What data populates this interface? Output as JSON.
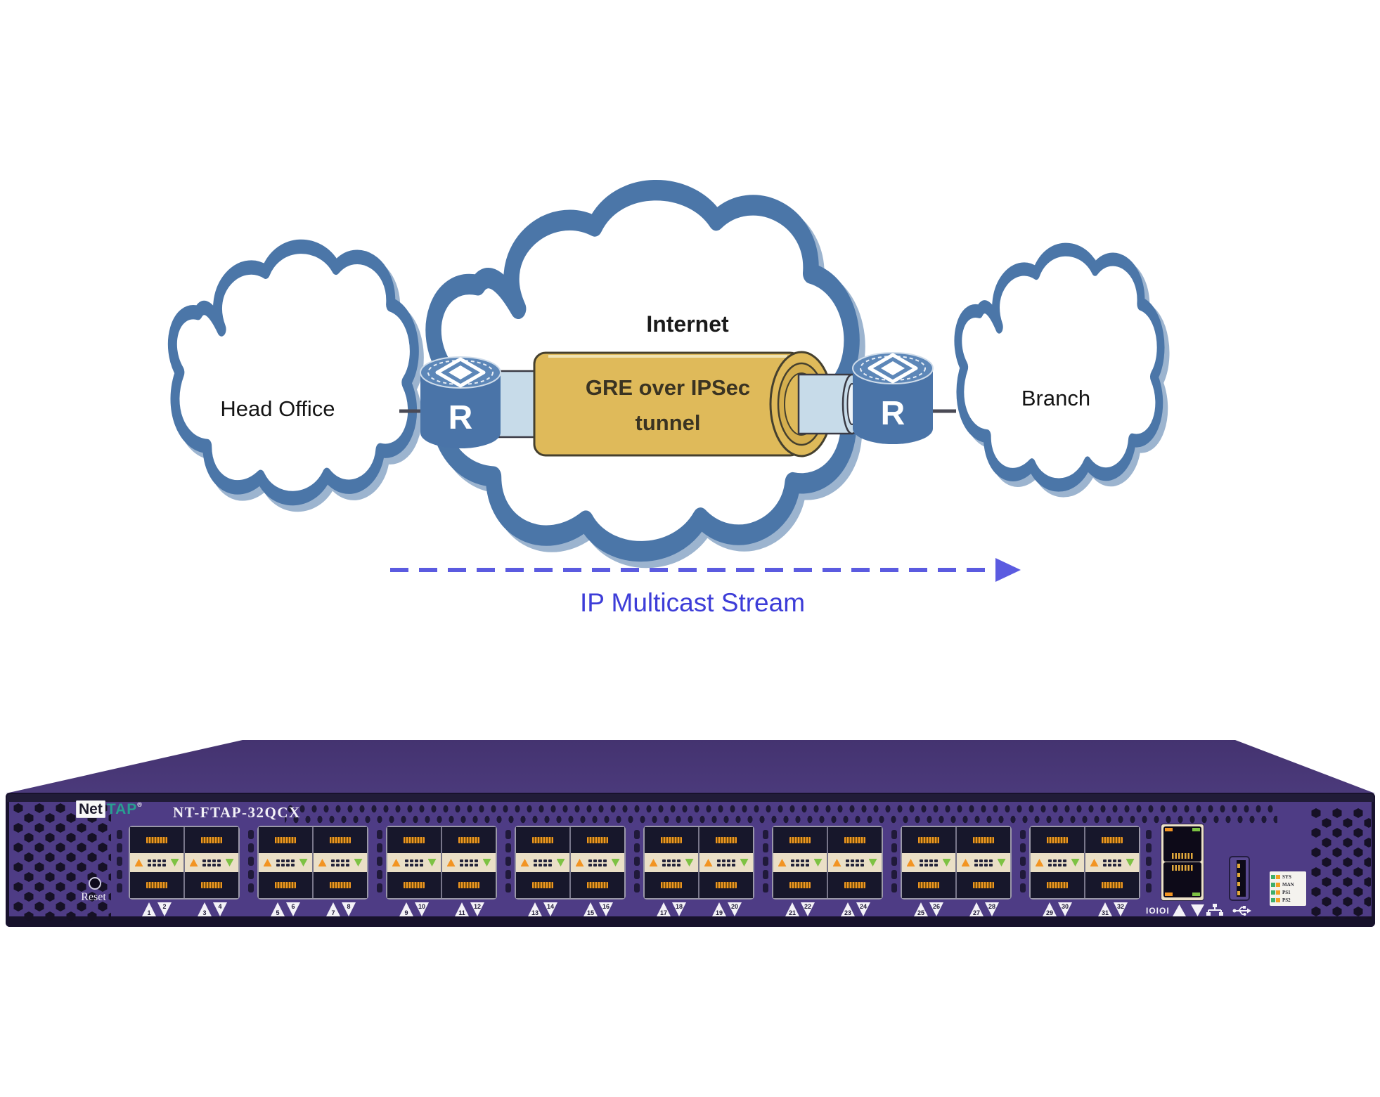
{
  "diagram": {
    "clouds": [
      {
        "id": "head-office",
        "label": "Head Office"
      },
      {
        "id": "internet",
        "label": "Internet"
      },
      {
        "id": "branch",
        "label": "Branch"
      }
    ],
    "tunnel": {
      "line1": "GRE over IPSec",
      "line2": "tunnel"
    },
    "router_letter": "R",
    "stream_arrow_label": "IP Multicast Stream",
    "colors": {
      "cloud_stroke": "#4b76a8",
      "tunnel_fill": "#dfba5a",
      "tunnel_text": "#3a3322",
      "pipe_fill": "#c7dbe9",
      "router_fill": "#4a74a8",
      "arrow": "#5b5be0",
      "stream_text": "#3d3dd8"
    }
  },
  "device": {
    "brand": {
      "net": "Net",
      "tap": "TAP",
      "reg": "®"
    },
    "model": "NT-FTAP-32QCX",
    "reset_label": "Reset",
    "console_label": "IOIOI",
    "led_legend": [
      "SYS",
      "MAN",
      "PS1",
      "PS2"
    ],
    "port_groups": [
      [
        1,
        2,
        3,
        4
      ],
      [
        5,
        6,
        7,
        8
      ],
      [
        9,
        10,
        11,
        12
      ],
      [
        13,
        14,
        15,
        16
      ],
      [
        17,
        18,
        19,
        20
      ],
      [
        21,
        22,
        23,
        24
      ],
      [
        25,
        26,
        27,
        28
      ],
      [
        29,
        30,
        31,
        32
      ]
    ],
    "colors": {
      "chassis": "#4e3c85",
      "chassis_top": "#463673",
      "trim": "#211c38",
      "cream": "#eadfc6",
      "orange": "#f29422",
      "green": "#7dc243",
      "brand_teal": "#27a091"
    }
  }
}
